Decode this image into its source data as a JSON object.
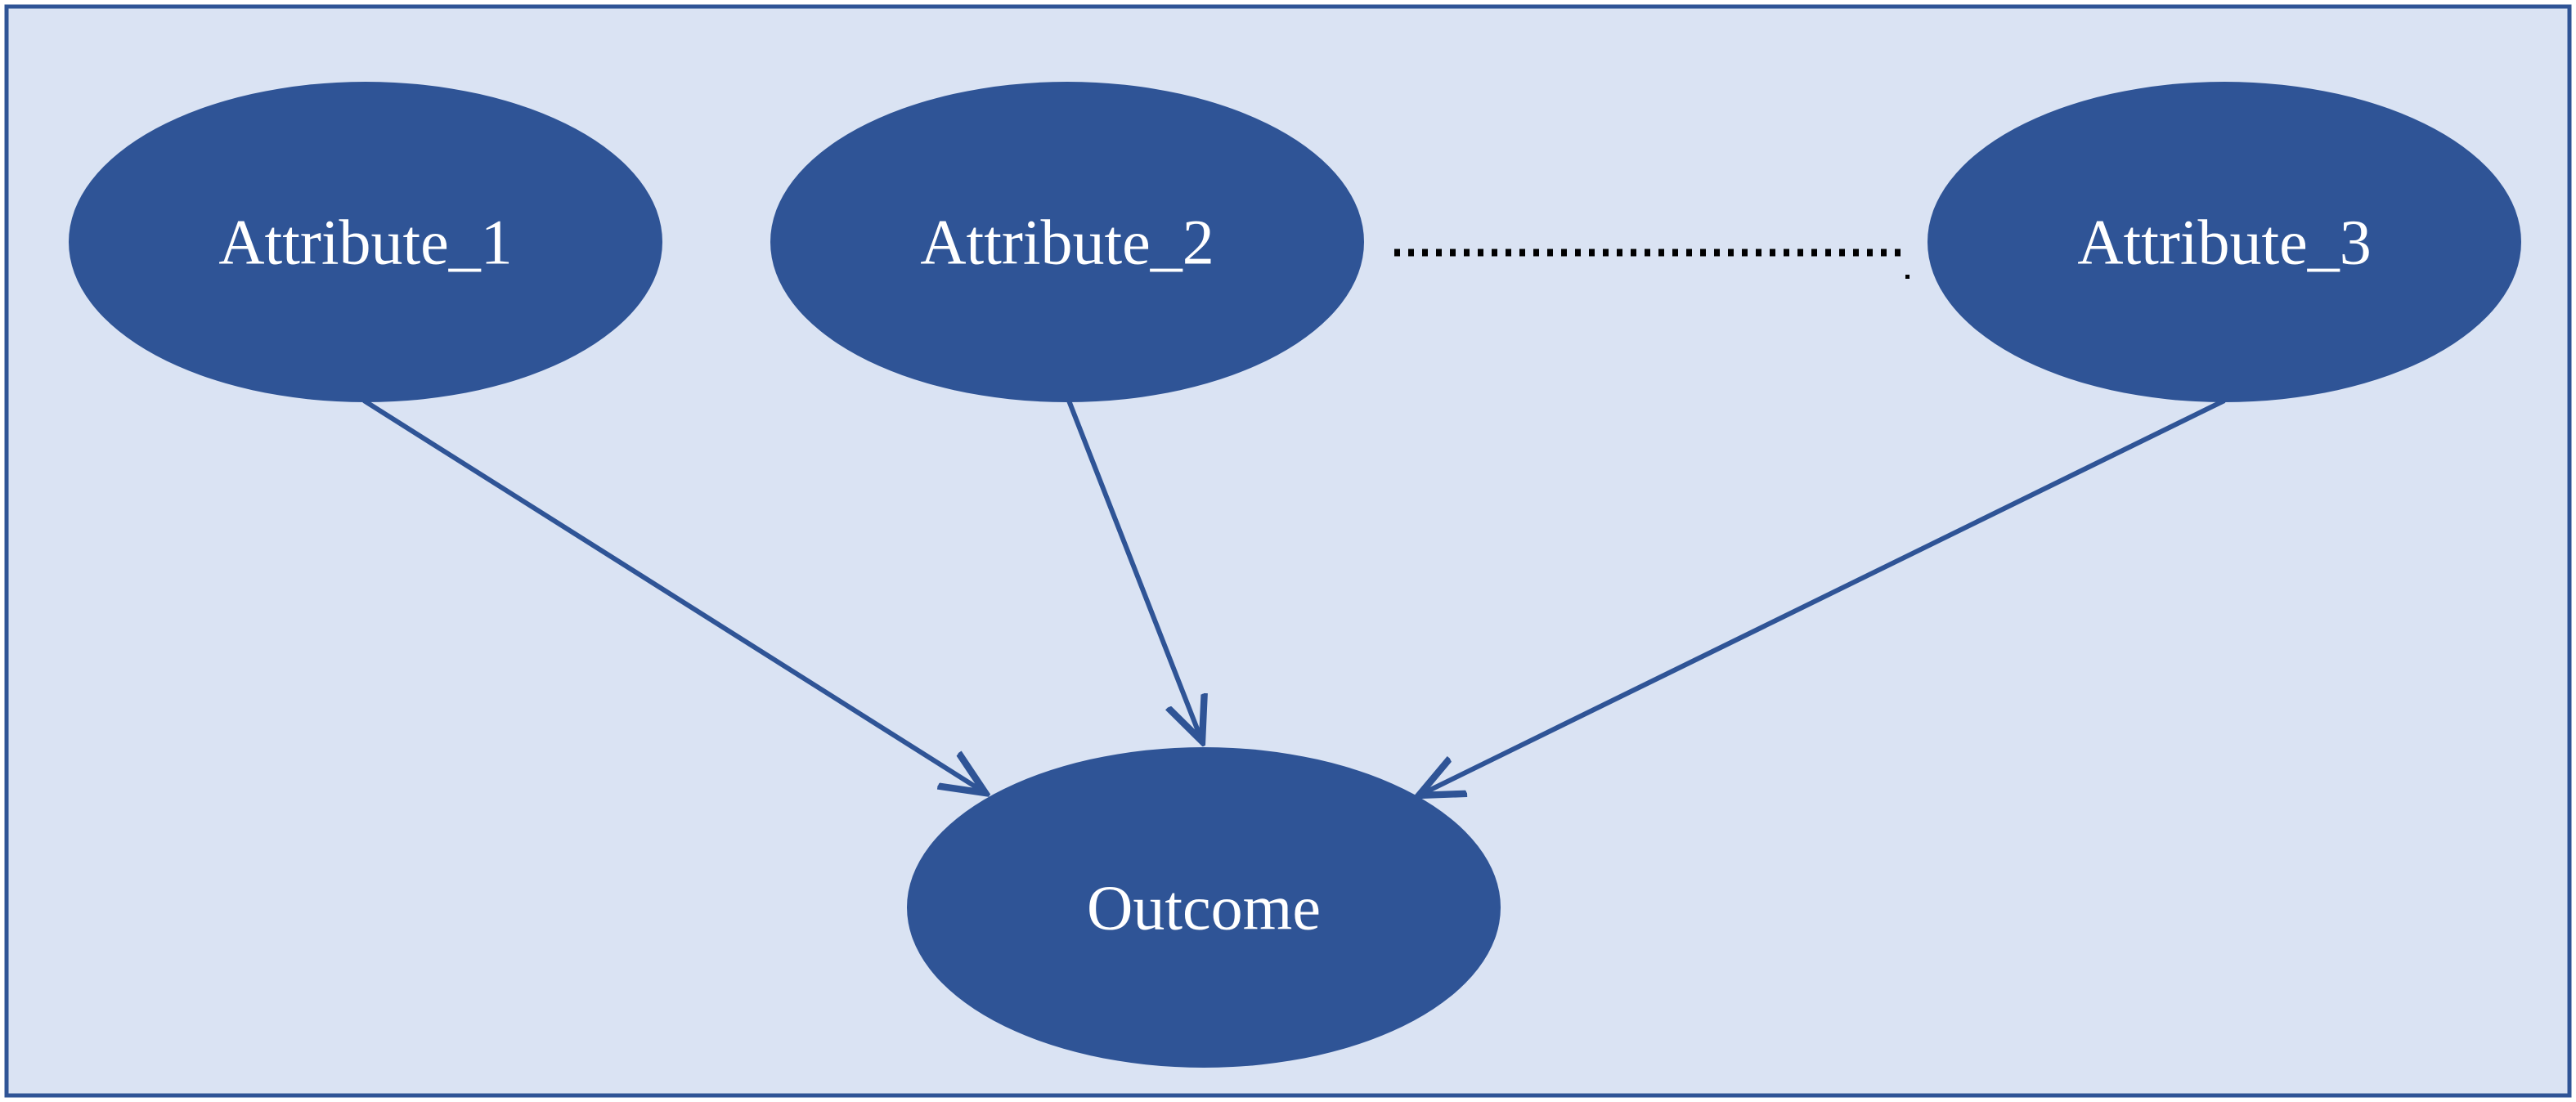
{
  "diagram": {
    "nodes": {
      "attribute_1": "Attribute_1",
      "attribute_2": "Attribute_2",
      "attribute_3": "Attribute_3",
      "outcome": "Outcome"
    },
    "edges": [
      {
        "from": "attribute_1",
        "to": "outcome"
      },
      {
        "from": "attribute_2",
        "to": "outcome"
      },
      {
        "from": "attribute_3",
        "to": "outcome"
      }
    ],
    "ellipsis_connector": {
      "from": "attribute_2",
      "to": "attribute_3",
      "style": "dotted"
    }
  },
  "colors": {
    "background": "#dae3f3",
    "border": "#2f5496",
    "node_fill": "#2f5496",
    "arrow": "#2f5496",
    "label_text": "#ffffff",
    "dotted_line": "#000000"
  }
}
